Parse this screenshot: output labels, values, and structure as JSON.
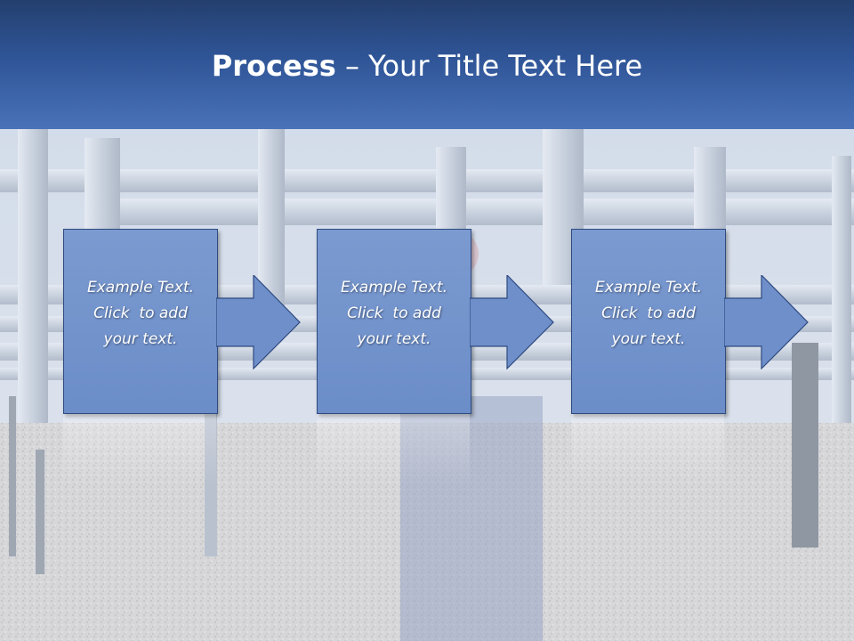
{
  "slide": {
    "title_bold": "Process",
    "title_separator": " – ",
    "title_rest": "Your Title Text Here"
  },
  "steps": [
    {
      "line1": "Example Text.",
      "line2": "Click  to add",
      "line3": "your text."
    },
    {
      "line1": "Example Text.",
      "line2": "Click  to add",
      "line3": "your text."
    },
    {
      "line1": "Example Text.",
      "line2": "Click  to add",
      "line3": "your text."
    }
  ],
  "colors": {
    "header": "#2f5597",
    "box_fill": "#6f8fca",
    "box_border": "#2e4a80",
    "text": "#ffffff"
  },
  "icons": {
    "step_arrow": "right-arrow-icon"
  }
}
